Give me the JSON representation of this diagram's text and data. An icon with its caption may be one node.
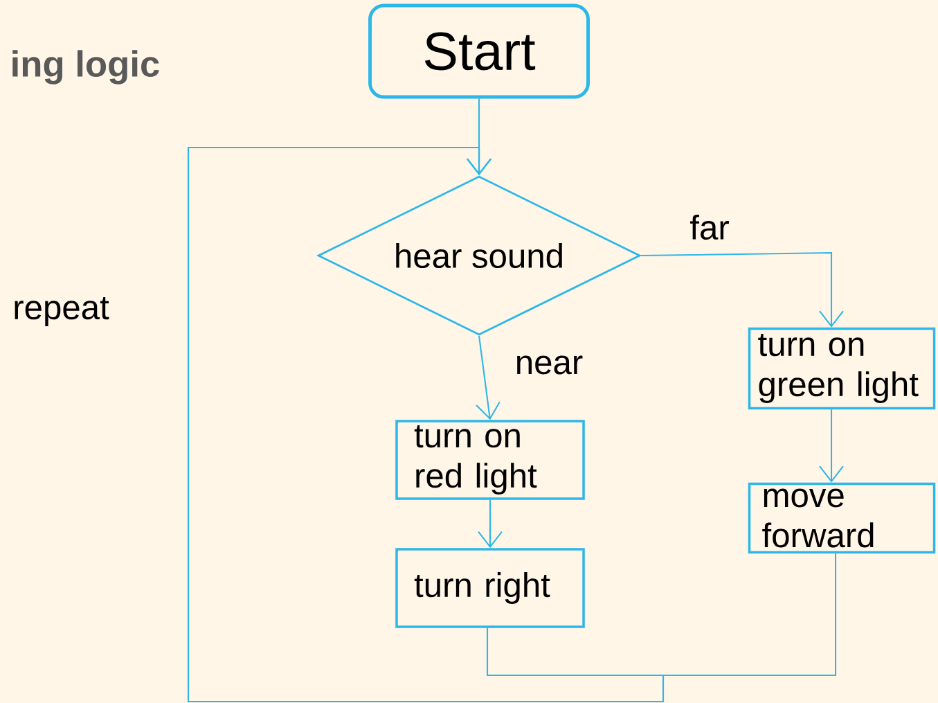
{
  "diagram": {
    "title": "ing logic",
    "nodes": [
      {
        "text": [
          "Start"
        ]
      },
      {
        "text": [
          "hear sound"
        ]
      },
      {
        "text": [
          "turn on red light"
        ]
      },
      {
        "text": [
          "turn right"
        ]
      },
      {
        "text": [
          "turn on green light"
        ]
      },
      {
        "text": [
          "move forward"
        ]
      }
    ],
    "edges": [
      {
        "from": 0,
        "to": 1,
        "arrow": "to"
      },
      {
        "from": 1,
        "to": 2,
        "arrow": "to",
        "label": "near"
      },
      {
        "from": 1,
        "to": 4,
        "arrow": "to",
        "label": "far"
      },
      {
        "from": 2,
        "to": 3,
        "arrow": "to"
      },
      {
        "from": 4,
        "to": 5,
        "arrow": "to"
      },
      {
        "from": 3,
        "to": 1,
        "arrow": "to"
      },
      {
        "from": 5,
        "to": 1,
        "arrow": "to"
      }
    ],
    "labels": [
      "repeat"
    ]
  }
}
